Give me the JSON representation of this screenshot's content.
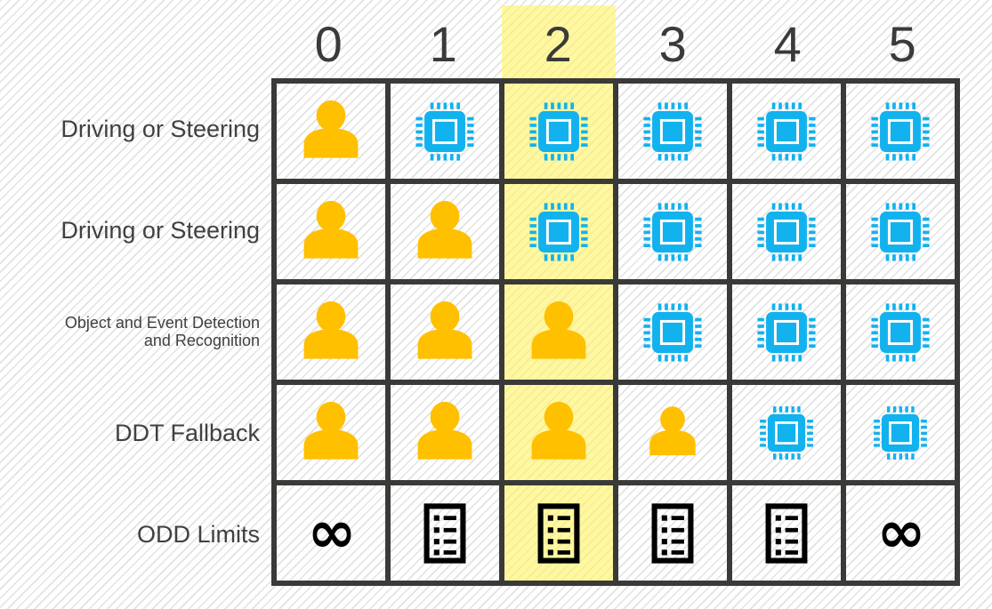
{
  "title": "SAE Levels of Driving Automation matrix",
  "colors": {
    "human": "#FFC000",
    "machine": "#12B2EE",
    "grid_line": "#3A3A38",
    "text": "#404040",
    "highlight": "#FFF366",
    "black": "#000000"
  },
  "header": {
    "columns": [
      "0",
      "1",
      "2",
      "3",
      "4",
      "5"
    ],
    "highlighted_column": "2"
  },
  "rows": [
    {
      "label": "Driving or Steering",
      "label_size": "big",
      "cells": [
        "person",
        "chip",
        "chip",
        "chip",
        "chip",
        "chip"
      ]
    },
    {
      "label": "Driving or Steering",
      "label_size": "big",
      "cells": [
        "person",
        "person",
        "chip",
        "chip",
        "chip",
        "chip"
      ]
    },
    {
      "label": "Object and Event Detection and Recognition",
      "label_line1": "Object and Event Detection",
      "label_line2": "and Recognition",
      "label_size": "small",
      "cells": [
        "person",
        "person",
        "person",
        "chip",
        "chip",
        "chip"
      ]
    },
    {
      "label": "DDT Fallback",
      "label_size": "big",
      "cells": [
        "person",
        "person",
        "person",
        "person-small",
        "chip",
        "chip"
      ]
    },
    {
      "label": "ODD Limits",
      "label_size": "big",
      "cells": [
        "infinity",
        "list",
        "list",
        "list",
        "list",
        "infinity"
      ]
    }
  ],
  "icon_names": {
    "person": "person-icon",
    "person-small": "person-icon",
    "chip": "cpu-chip-icon",
    "list": "checklist-icon",
    "infinity": "infinity-icon"
  },
  "icon_glyphs": {
    "infinity": "∞"
  }
}
